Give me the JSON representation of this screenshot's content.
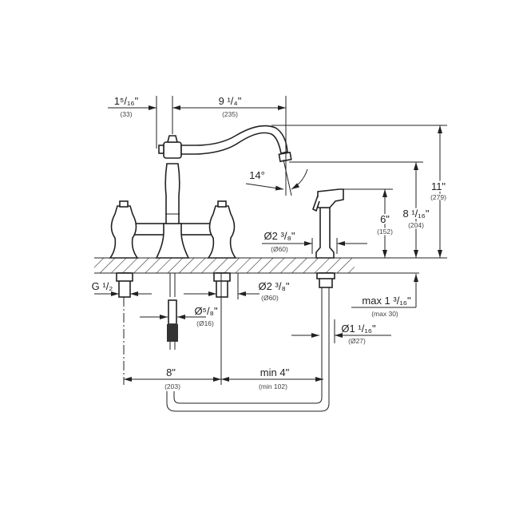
{
  "drawing": {
    "line_color": "#222222",
    "dimensions": {
      "handle_offset": {
        "imperial": "1⁵/₁₆\"",
        "metric": "(33)"
      },
      "spout_reach": {
        "imperial": "9 ¹/₄\"",
        "metric": "(235)"
      },
      "spray_angle": {
        "imperial": "14°"
      },
      "overall_height": {
        "imperial": "11\"",
        "metric": "(279)"
      },
      "spout_height": {
        "imperial": "8 ¹/₁₆\"",
        "metric": "(204)"
      },
      "sprayer_height": {
        "imperial": "6\"",
        "metric": "(152)"
      },
      "sprayer_base_dia": {
        "imperial": "Ø2 ³/₈\"",
        "metric": "(Ø60)"
      },
      "thread": {
        "imperial": "G ¹/₂"
      },
      "base_dia": {
        "imperial": "Ø2 ³/₈\"",
        "metric": "(Ø60)"
      },
      "supply_dia": {
        "imperial": "Ø⁵/₈\"",
        "metric": "(Ø16)"
      },
      "max_deck": {
        "imperial": "max 1 ³/₁₆\"",
        "metric": "(max 30)"
      },
      "hose_hole_dia": {
        "imperial": "Ø1 ¹/₁₆\"",
        "metric": "(Ø27)"
      },
      "centers": {
        "imperial": "8\"",
        "metric": "(203)"
      },
      "sprayer_offset": {
        "imperial": "min 4\"",
        "metric": "(min 102)"
      }
    }
  }
}
